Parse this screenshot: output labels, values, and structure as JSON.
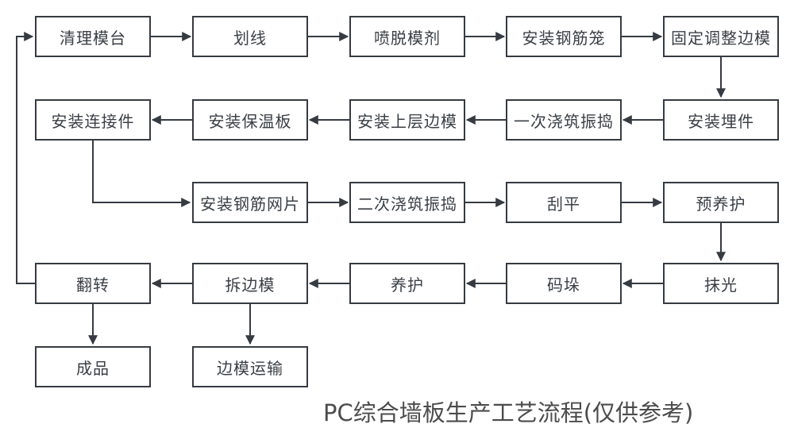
{
  "title": "PC综合墙板生产工艺流程(仅供参考)",
  "colors": {
    "line": "#363b42",
    "node_border": "#363b42",
    "node_text": "#3a3f45",
    "title_text": "#4c4c4c",
    "background": "#ffffff"
  },
  "nodes": {
    "row1": [
      "清理模台",
      "划线",
      "喷脱模剂",
      "安装钢筋笼",
      "固定调整边模"
    ],
    "row2": [
      "安装连接件",
      "安装保温板",
      "安装上层边模",
      "一次浇筑振捣",
      "安装埋件"
    ],
    "row3": [
      "安装钢筋网片",
      "二次浇筑振捣",
      "刮平",
      "预养护"
    ],
    "row4": [
      "翻转",
      "拆边模",
      "养护",
      "码垛",
      "抹光"
    ],
    "row5": [
      "成品",
      "边模运输"
    ]
  },
  "edges": [
    {
      "from": "清理模台",
      "to": "划线"
    },
    {
      "from": "划线",
      "to": "喷脱模剂"
    },
    {
      "from": "喷脱模剂",
      "to": "安装钢筋笼"
    },
    {
      "from": "安装钢筋笼",
      "to": "固定调整边模"
    },
    {
      "from": "固定调整边模",
      "to": "安装埋件"
    },
    {
      "from": "安装埋件",
      "to": "一次浇筑振捣"
    },
    {
      "from": "一次浇筑振捣",
      "to": "安装上层边模"
    },
    {
      "from": "安装上层边模",
      "to": "安装保温板"
    },
    {
      "from": "安装保温板",
      "to": "安装连接件"
    },
    {
      "from": "安装连接件",
      "to": "安装钢筋网片"
    },
    {
      "from": "安装钢筋网片",
      "to": "二次浇筑振捣"
    },
    {
      "from": "二次浇筑振捣",
      "to": "刮平"
    },
    {
      "from": "刮平",
      "to": "预养护"
    },
    {
      "from": "预养护",
      "to": "抹光"
    },
    {
      "from": "抹光",
      "to": "码垛"
    },
    {
      "from": "码垛",
      "to": "养护"
    },
    {
      "from": "养护",
      "to": "拆边模"
    },
    {
      "from": "拆边模",
      "to": "翻转"
    },
    {
      "from": "翻转",
      "to": "清理模台"
    },
    {
      "from": "翻转",
      "to": "成品"
    },
    {
      "from": "拆边模",
      "to": "边模运输"
    }
  ]
}
